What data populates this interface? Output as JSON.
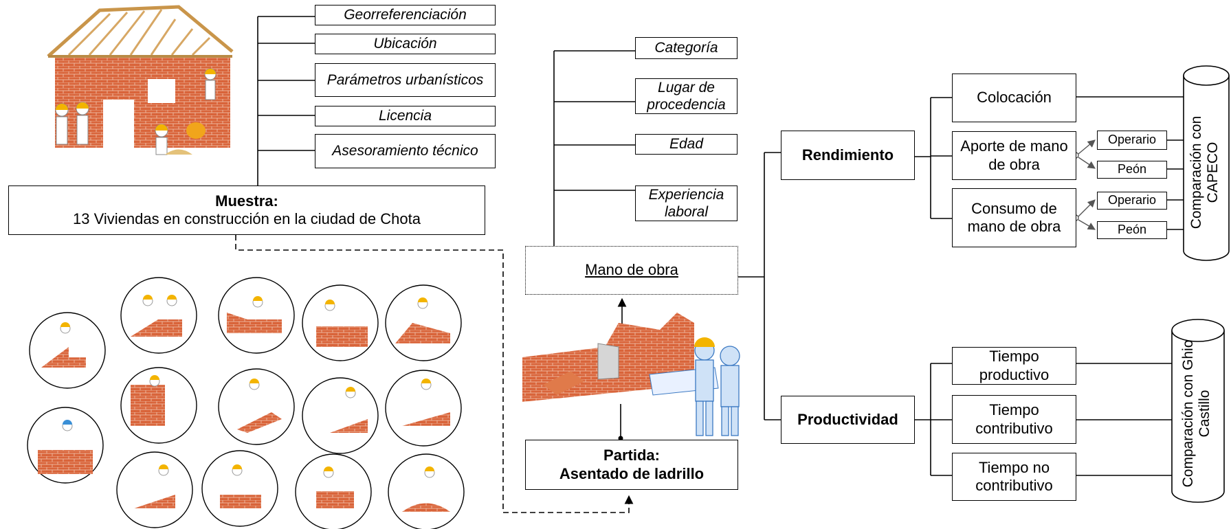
{
  "muestra": {
    "title": "Muestra:",
    "subtitle": "13 Viviendas en construcción en la ciudad de Chota",
    "attributes": [
      "Georreferenciación",
      "Ubicación",
      "Parámetros urbanísticos",
      "Licencia",
      "Asesoramiento técnico"
    ]
  },
  "mano_obra": {
    "title": "Mano de obra",
    "attributes": [
      "Categoría",
      "Lugar de procedencia",
      "Edad",
      "Experiencia laboral"
    ]
  },
  "partida": {
    "title": "Partida:",
    "subtitle": "Asentado de ladrillo"
  },
  "rendimiento": {
    "title": "Rendimiento",
    "items": [
      "Colocación",
      "Aporte de mano de obra",
      "Consumo de mano de obra"
    ],
    "workers": [
      "Operario",
      "Peón"
    ]
  },
  "productividad": {
    "title": "Productividad",
    "items": [
      "Tiempo productivo",
      "Tiempo contributivo",
      "Tiempo no contributivo"
    ]
  },
  "comparisons": [
    "Comparación con CAPECO",
    "Comparación con Ghio Castillo"
  ],
  "illustrations": [
    "house-construction-illustration",
    "worker-bricklaying-icons",
    "brick-wall-plans-illustration"
  ]
}
